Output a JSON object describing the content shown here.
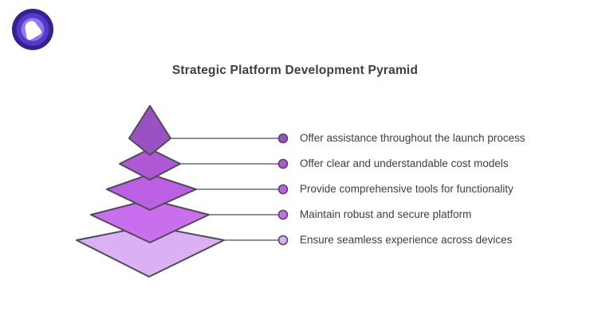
{
  "title": {
    "text": "Strategic Platform Development Pyramid",
    "color": "#3e3d43"
  },
  "logo": {
    "name": "app-logo",
    "colors": {
      "outer_ring": "#38208e",
      "mid_ring": "#5639c8",
      "inner_ring": "#8d7aee",
      "blob": "#ffffff"
    }
  },
  "pyramid": {
    "type": "pyramid-diagram",
    "stroke_color": "#504a56",
    "connector_color": "#6f6a75",
    "label_color": "#3e3d43",
    "layers": [
      {
        "label": "Offer assistance throughout the launch process",
        "color": "#9a51c3"
      },
      {
        "label": "Offer clear and understandable cost models",
        "color": "#ae58d6"
      },
      {
        "label": "Provide comprehensive tools for functionality",
        "color": "#bb60e3"
      },
      {
        "label": "Maintain robust and secure platform",
        "color": "#c96fee"
      },
      {
        "label": "Ensure seamless experience across devices",
        "color": "#dcb0f4"
      }
    ]
  }
}
